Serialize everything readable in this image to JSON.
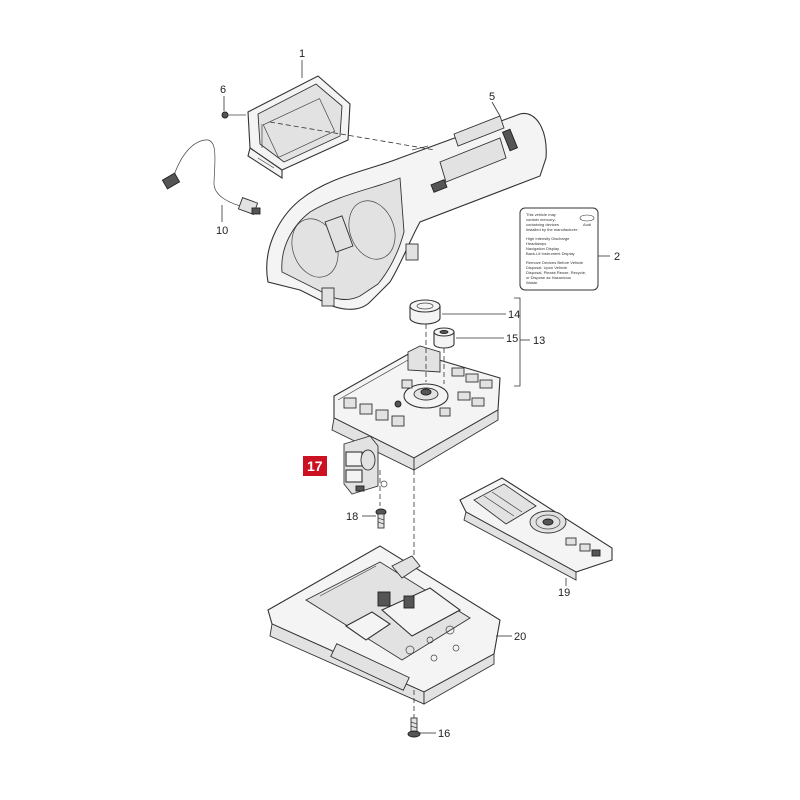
{
  "callouts": {
    "c1": "1",
    "c2": "2",
    "c5": "5",
    "c6": "6",
    "c10": "10",
    "c13": "13",
    "c14": "14",
    "c15": "15",
    "c16": "16",
    "c17": "17",
    "c18": "18",
    "c19": "19",
    "c20": "20"
  },
  "highlighted_part": "17",
  "highlight_color": "#cc1122",
  "warning_label": {
    "brand": "Audi",
    "lines": [
      "This vehicle may",
      "contain mercury-",
      "containing devices",
      "installed by the manufacturer:",
      "High Intensity Discharge",
      "Headlamps",
      "Navigation Display",
      "Back-Lit Instrument Display",
      "Remove Devices Before Vehicle",
      "Disposal. Upon Vehicle",
      "Disposal, Please Reuse, Recycle,",
      "or Dispose as Hazardous",
      "Waste."
    ]
  }
}
